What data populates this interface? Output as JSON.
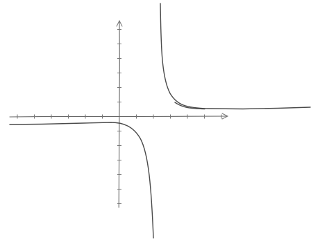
{
  "diagram": {
    "kind": "hand-sketched graph on paper",
    "axes": {
      "x_arrow": true,
      "y_arrow": true,
      "x_tick_count_positive": 6,
      "x_tick_count_negative": 6,
      "y_tick_count_positive": 6,
      "y_tick_count_negative": 6
    },
    "curves": [
      {
        "name": "upper-right-branch",
        "color": "#4a4a4a"
      },
      {
        "name": "lower-left-branch",
        "color": "#4a4a4a"
      }
    ],
    "colors": {
      "paper": "#ffffff",
      "axis": "#666666",
      "ink": "#4a4a4a"
    }
  }
}
